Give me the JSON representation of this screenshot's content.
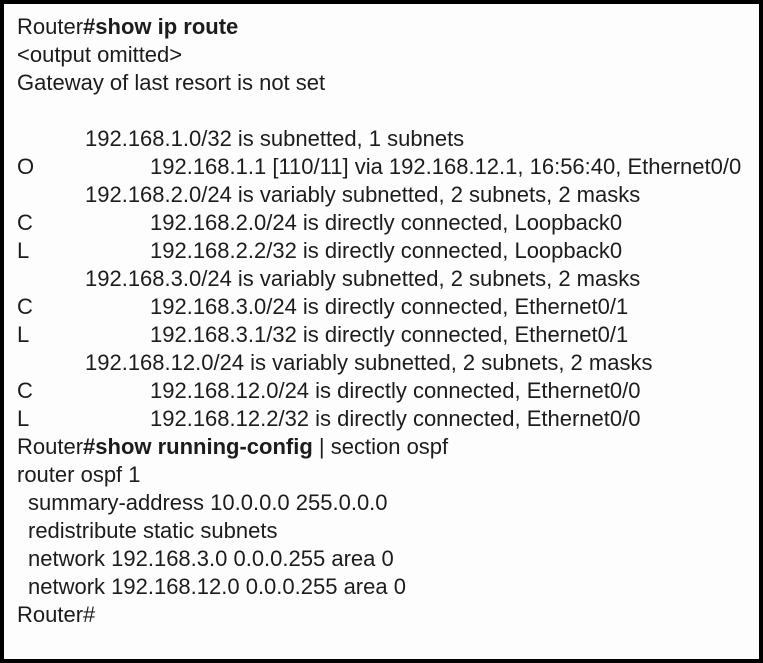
{
  "window": {
    "background_color": "#fdfdfd",
    "border_color": "#000000",
    "text_color": "#1c1c1c"
  },
  "terminal": {
    "prompt": "Router#",
    "lines": [
      {
        "type": "command",
        "segments": [
          {
            "text": "Router",
            "bold": false
          },
          {
            "text": "#show ip route",
            "bold": true
          }
        ]
      },
      {
        "type": "text",
        "indent": "none",
        "text": "<output omitted>"
      },
      {
        "type": "text",
        "indent": "none",
        "text": "Gateway of last resort is not set"
      },
      {
        "type": "blank"
      },
      {
        "type": "text",
        "indent": "subnet",
        "text": "192.168.1.0/32 is subnetted, 1 subnets"
      },
      {
        "type": "route",
        "code": "O",
        "text": "192.168.1.1 [110/11] via 192.168.12.1, 16:56:40, Ethernet0/0"
      },
      {
        "type": "text",
        "indent": "subnet",
        "text": "192.168.2.0/24 is variably subnetted, 2 subnets, 2 masks"
      },
      {
        "type": "route",
        "code": "C",
        "text": "192.168.2.0/24 is directly connected, Loopback0"
      },
      {
        "type": "route",
        "code": "L",
        "text": "192.168.2.2/32 is directly connected, Loopback0"
      },
      {
        "type": "text",
        "indent": "subnet",
        "text": "192.168.3.0/24 is variably subnetted, 2 subnets, 2 masks"
      },
      {
        "type": "route",
        "code": "C",
        "text": "192.168.3.0/24 is directly connected, Ethernet0/1"
      },
      {
        "type": "route",
        "code": "L",
        "text": "192.168.3.1/32 is directly connected, Ethernet0/1"
      },
      {
        "type": "text",
        "indent": "subnet",
        "text": "192.168.12.0/24 is variably subnetted, 2 subnets, 2 masks"
      },
      {
        "type": "route",
        "code": "C",
        "text": "192.168.12.0/24 is directly connected, Ethernet0/0"
      },
      {
        "type": "route",
        "code": "L",
        "text": "192.168.12.2/32 is directly connected, Ethernet0/0"
      },
      {
        "type": "command",
        "segments": [
          {
            "text": "Router",
            "bold": false
          },
          {
            "text": "#show running-config",
            "bold": true
          },
          {
            "text": " | section ospf",
            "bold": false
          }
        ]
      },
      {
        "type": "text",
        "indent": "none",
        "text": "router ospf 1"
      },
      {
        "type": "text",
        "indent": "config",
        "text": "summary-address 10.0.0.0 255.0.0.0"
      },
      {
        "type": "text",
        "indent": "config",
        "text": "redistribute static subnets"
      },
      {
        "type": "text",
        "indent": "config",
        "text": "network 192.168.3.0 0.0.0.255 area 0"
      },
      {
        "type": "text",
        "indent": "config",
        "text": "network 192.168.12.0 0.0.0.255 area 0"
      },
      {
        "type": "text",
        "indent": "none",
        "text": "Router#"
      }
    ]
  }
}
